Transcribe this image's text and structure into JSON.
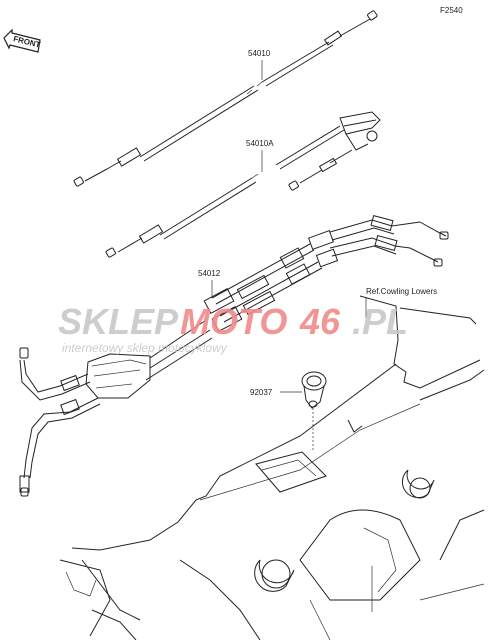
{
  "figure_code": "F2540",
  "front_arrow_text": "FRONT",
  "parts": [
    {
      "label": "54010"
    },
    {
      "label": "54010A"
    },
    {
      "label": "54012"
    },
    {
      "label": "92037"
    }
  ],
  "reference_note": "Ref.Cowling Lowers",
  "watermark": {
    "brand_left": "SKLEP",
    "brand_mid": "MOTO",
    "brand_num": "46",
    "brand_tld": ".PL",
    "tagline": "internetowy sklep motocyklowy",
    "colors": {
      "grey": "#c8c8c8",
      "red": "#f08a8a"
    }
  }
}
